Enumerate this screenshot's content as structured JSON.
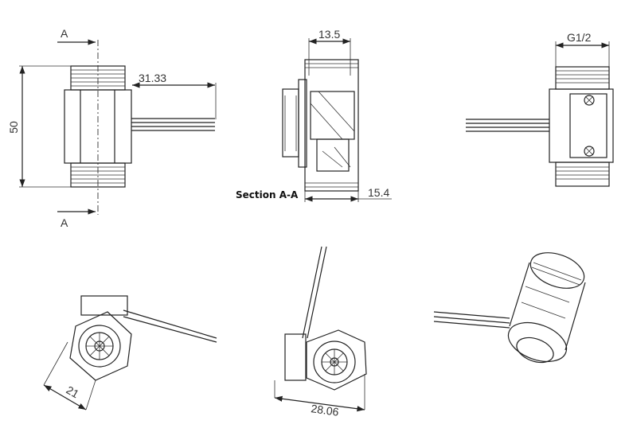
{
  "labels": {
    "section_mark_top": "A",
    "section_mark_bottom": "A",
    "height_dim": "50",
    "wire_length_dim": "31.33",
    "section_width_dim": "13.5",
    "section_title": "Section A-A",
    "section_depth_dim": "15.4",
    "thread_spec": "G1/2",
    "bottom_left_dim": "21",
    "bottom_mid_dim": "28.06"
  }
}
